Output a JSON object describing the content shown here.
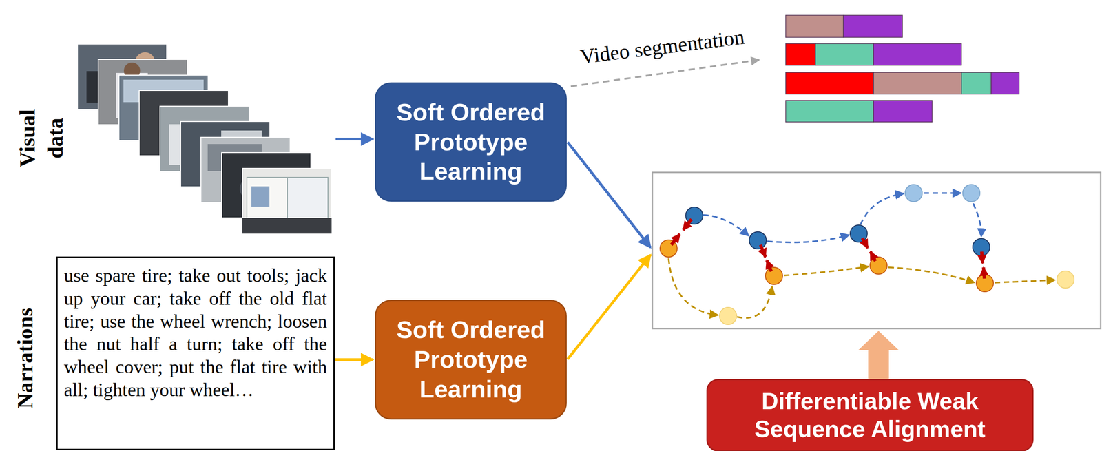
{
  "diagram": {
    "nodes": [
      {
        "text": [
          "Soft Ordered Prototype Learning"
        ]
      },
      {
        "text": [
          "use spare tire; take out tools; jack up your car; take off the old flat tire; use the wheel wrench; loosen the nut half a turn; take off the wheel cover; put the flat tire with all; tighten your wheel…"
        ]
      },
      {
        "text": [
          "Soft Ordered Prototype Learning"
        ]
      },
      {
        "text": [
          "Differentiable Weak Sequence Alignment"
        ]
      }
    ],
    "edges": [
      {
        "from": 1,
        "to": 2,
        "arrow": "to"
      }
    ],
    "labels": [
      "Visual data",
      "Narrations",
      "Video segmentation"
    ]
  }
}
